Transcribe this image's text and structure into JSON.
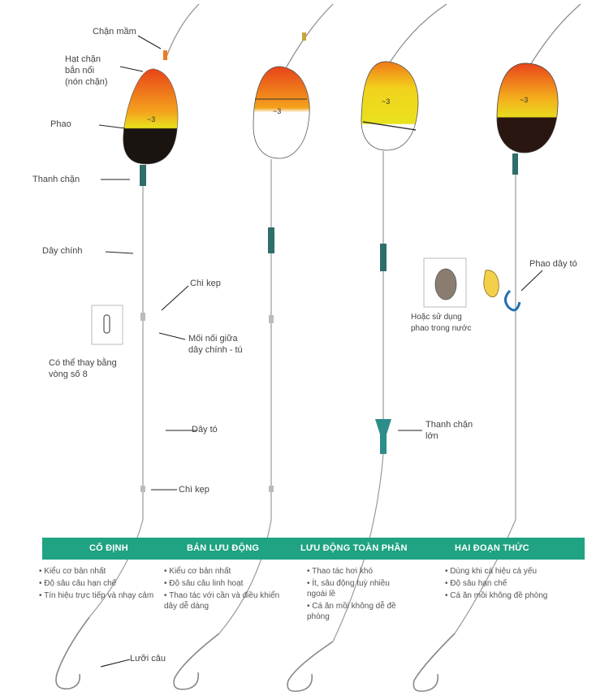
{
  "labels": {
    "chan_mam": "Chặn mầm",
    "hat_chan": "Hạt chặn\nbắn nổi\n(nón chặn)",
    "phao": "Phao",
    "thanh_chan": "Thanh chặn",
    "day_chinh": "Dây chính",
    "chi_kep_1": "Chì kẹp",
    "moi_noi": "Mối nối giữa\ndây chính - tú",
    "co_the_thay": "Có thể thay bằng\nvòng số 8",
    "day_to": "Dây tó",
    "chi_kep_2": "Chì kẹp",
    "thanh_chan_lon": "Thanh chặn\nlớn",
    "phao_day_to": "Phao dây tó",
    "hoac_su_dung": "Hoặc sử dụng\nphao trong nước",
    "luoi_cau": "Lưỡi câu"
  },
  "categories": [
    {
      "title": "CỐ ĐỊNH",
      "notes": [
        "Kiểu cơ bản nhất",
        "Độ sâu câu hạn chế",
        "Tín hiệu trực tiếp và nhạy cảm"
      ]
    },
    {
      "title": "BÁN LƯU ĐỘNG",
      "notes": [
        "Kiểu cơ bản nhất",
        "Độ sâu câu linh hoạt",
        "Thao tác với cần và điều khiển dây dễ dàng"
      ]
    },
    {
      "title": "LƯU ĐỘNG TOÀN PHẦN",
      "notes": [
        "Thao tác hơi khó",
        "Ít, sâu động tuỳ nhiều ngoài lề",
        "Cá ăn mồi không dễ đề phòng"
      ]
    },
    {
      "title": "HAI ĐOẠN THỨC",
      "notes": [
        "Dùng khi cá hiệu cá yếu",
        "Độ sâu hạn chế",
        "Cá ăn mồi không đề phòng"
      ]
    }
  ],
  "colors": {
    "band": "#1fa382",
    "float_orange": "#f07b1c",
    "float_yellow": "#f4d21e",
    "float_dark": "#1e1410",
    "line": "#8a8a8a",
    "stopper": "#2f6e6a"
  }
}
